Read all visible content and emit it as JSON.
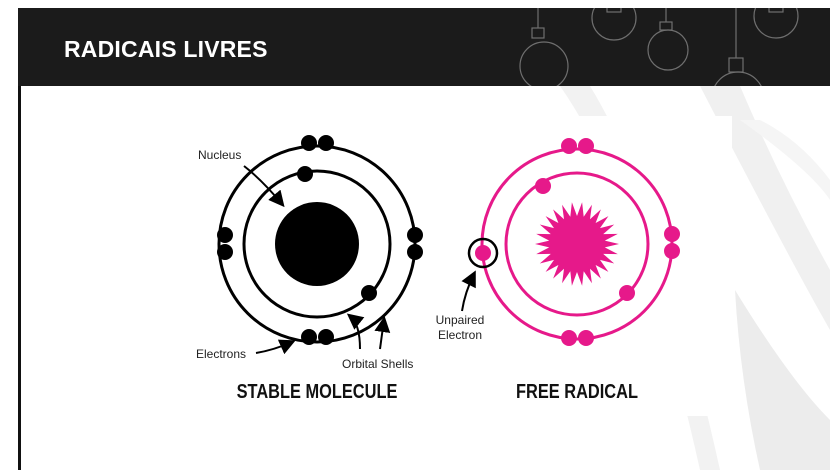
{
  "slide": {
    "title": "RADICAIS LIVRES"
  },
  "diagram": {
    "stable": {
      "caption": "STABLE MOLECULE",
      "labels": {
        "nucleus": "Nucleus",
        "electrons": "Electrons",
        "orbital_shells": "Orbital Shells"
      }
    },
    "radical": {
      "caption": "FREE RADICAL",
      "labels": {
        "unpaired_line1": "Unpaired",
        "unpaired_line2": "Electron"
      }
    }
  },
  "colors": {
    "header": "#1b1b1b",
    "stable": "#000000",
    "radical": "#e6198a"
  }
}
